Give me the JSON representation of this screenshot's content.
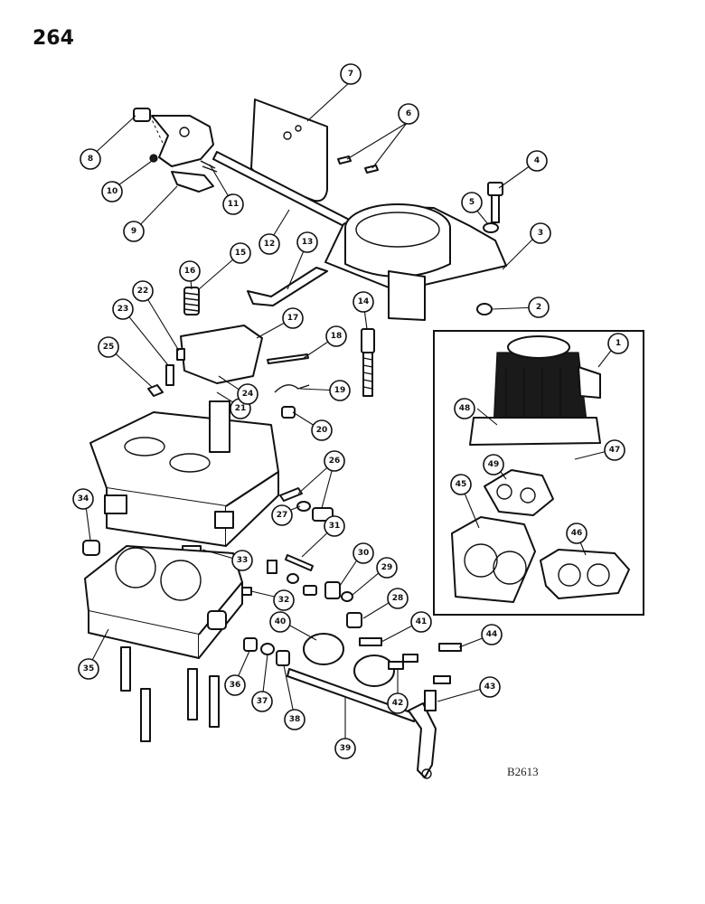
{
  "page_number": "264",
  "drawing_code": "B2613",
  "callouts": [
    "1",
    "2",
    "3",
    "4",
    "5",
    "6",
    "7",
    "8",
    "9",
    "10",
    "11",
    "12",
    "13",
    "14",
    "15",
    "16",
    "17",
    "18",
    "19",
    "20",
    "21",
    "22",
    "23",
    "24",
    "25",
    "26",
    "27",
    "28",
    "29",
    "30",
    "31",
    "32",
    "33",
    "34",
    "35",
    "36",
    "37",
    "38",
    "39",
    "40",
    "41",
    "42",
    "43",
    "44",
    "45",
    "46",
    "47",
    "48",
    "49"
  ]
}
